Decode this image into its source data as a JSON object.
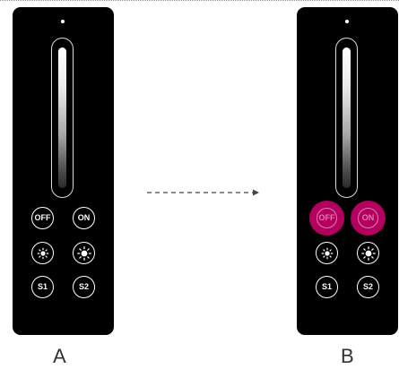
{
  "remote_a": {
    "off_label": "OFF",
    "on_label": "ON",
    "scene1_label": "S1",
    "scene2_label": "S2"
  },
  "remote_b": {
    "off_label": "OFF",
    "on_label": "ON",
    "scene1_label": "S1",
    "scene2_label": "S2"
  },
  "captions": {
    "a": "A",
    "b": "B"
  },
  "icons": {
    "dim_down": "brightness-low-icon",
    "dim_up": "brightness-high-icon",
    "arrow": "dashed-arrow-right-icon"
  },
  "colors": {
    "remote_body": "#000000",
    "active_button": "#b3005f",
    "active_button_outline": "#e37bb3"
  }
}
